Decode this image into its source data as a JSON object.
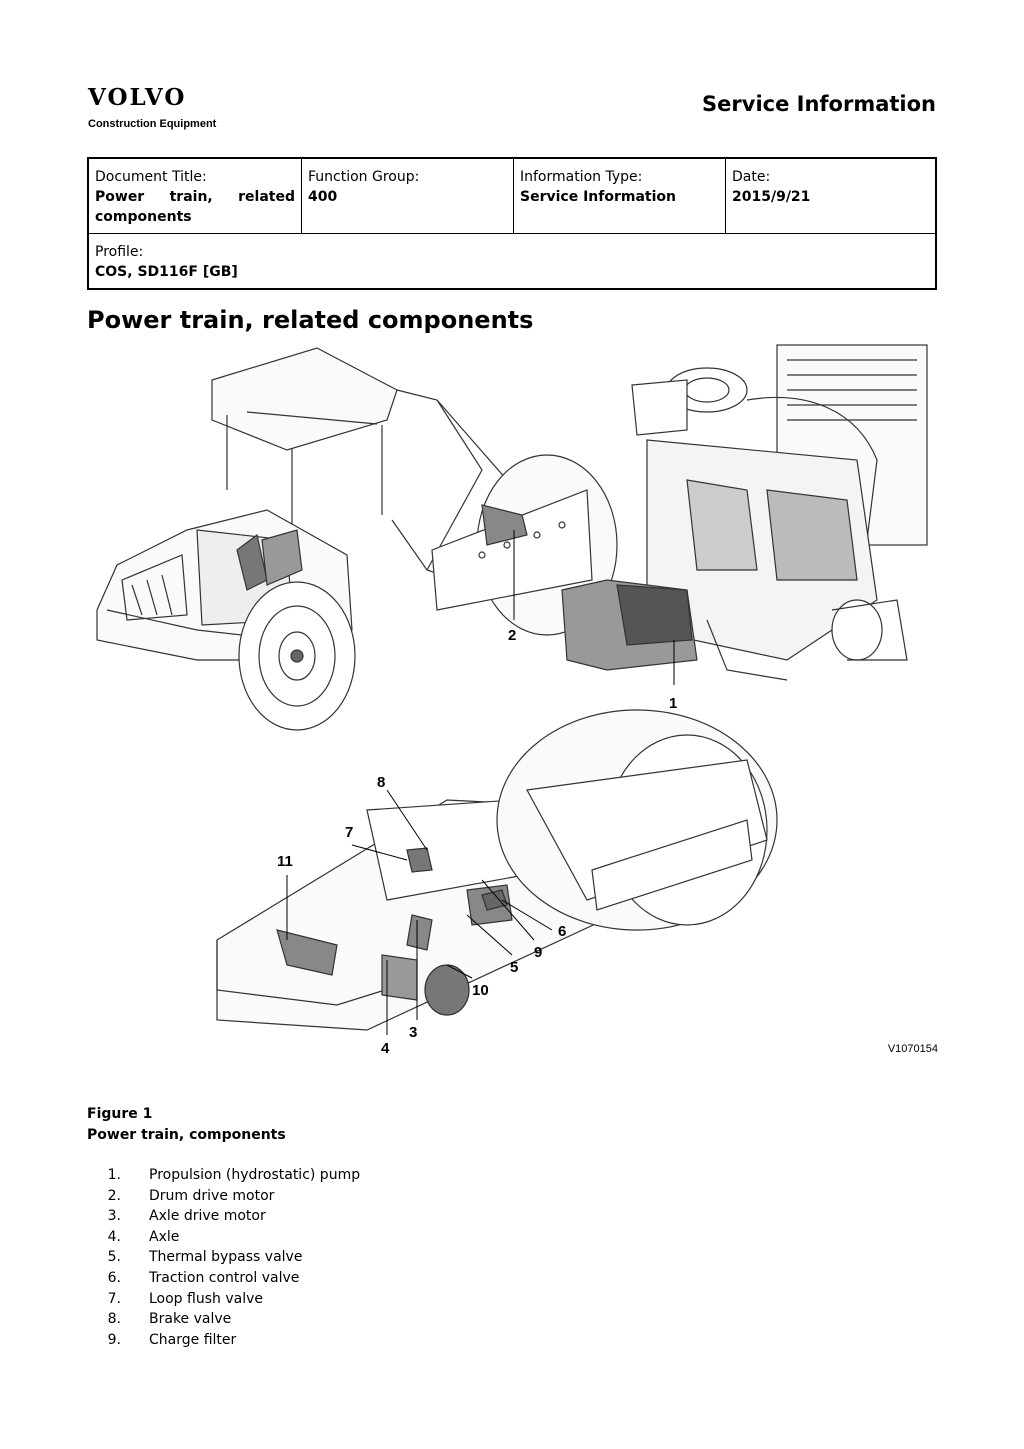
{
  "logo": {
    "word": "VOLVO",
    "sub": "Construction Equipment"
  },
  "header": {
    "title": "Service Information"
  },
  "info": {
    "doc_title_label": "Document Title:",
    "doc_title_value": "Power train, related components",
    "function_group_label": "Function Group:",
    "function_group_value": "400",
    "info_type_label": "Information Type:",
    "info_type_value": "Service Information",
    "date_label": "Date:",
    "date_value": "2015/9/21",
    "profile_label": "Profile:",
    "profile_value": "COS, SD116F [GB]"
  },
  "page_title": "Power train, related components",
  "figure": {
    "id": "V1070154",
    "callouts": [
      "1",
      "2",
      "3",
      "4",
      "5",
      "6",
      "7",
      "8",
      "9",
      "10",
      "11"
    ]
  },
  "caption": {
    "label": "Figure 1",
    "text": "Power train, components"
  },
  "items": [
    {
      "num": "1.",
      "text": "Propulsion (hydrostatic) pump"
    },
    {
      "num": "2.",
      "text": "Drum drive motor"
    },
    {
      "num": "3.",
      "text": "Axle drive motor"
    },
    {
      "num": "4.",
      "text": "Axle"
    },
    {
      "num": "5.",
      "text": "Thermal bypass valve"
    },
    {
      "num": "6.",
      "text": "Traction control valve"
    },
    {
      "num": "7.",
      "text": "Loop flush valve"
    },
    {
      "num": "8.",
      "text": "Brake valve"
    },
    {
      "num": "9.",
      "text": "Charge filter"
    }
  ]
}
